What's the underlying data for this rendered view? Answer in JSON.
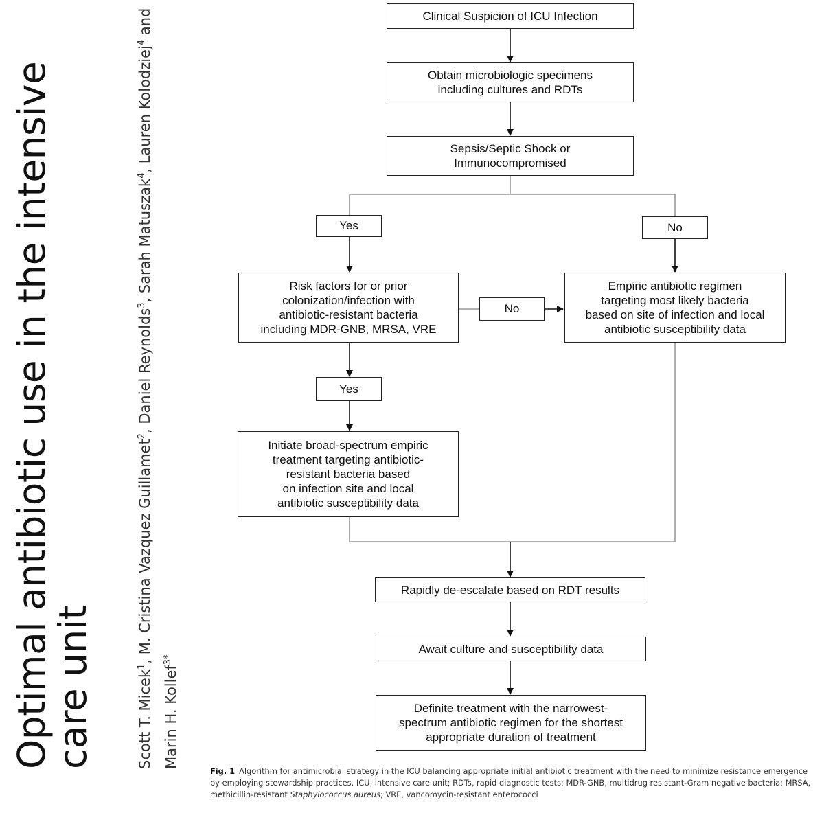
{
  "paper": {
    "title": "Optimal antibiotic use in the intensive care unit",
    "authors": [
      {
        "name": "Scott T. Micek",
        "aff": "1"
      },
      {
        "name": "M. Cristina Vazquez Guillamet",
        "aff": "2"
      },
      {
        "name": "Daniel Reynolds",
        "aff": "3"
      },
      {
        "name": "Sarah Matuszak",
        "aff": "4"
      },
      {
        "name": "Lauren Kolodziej",
        "aff": "4"
      },
      {
        "name": "Marin H. Kollef",
        "aff": "3*"
      }
    ]
  },
  "flowchart": {
    "n1": "Clinical Suspicion of ICU Infection",
    "n2": "Obtain microbiologic specimens\nincluding cultures and RDTs",
    "n3": "Sepsis/Septic Shock or\nImmunocompromised",
    "yes1": "Yes",
    "no1": "No",
    "n4": "Risk factors for or prior\ncolonization/infection with\nantibiotic-resistant bacteria\nincluding MDR-GNB, MRSA, VRE",
    "no2": "No",
    "n5": "Empiric antibiotic regimen\ntargeting most likely bacteria\nbased on site of infection and local\nantibiotic susceptibility data",
    "yes2": "Yes",
    "n6": "Initiate broad-spectrum empiric\ntreatment targeting antibiotic-\nresistant bacteria based\non infection site and local\nantibiotic susceptibility data",
    "n7": "Rapidly de-escalate based on RDT results",
    "n8": "Await culture and susceptibility data",
    "n9": "Definite treatment with the narrowest-\nspectrum antibiotic regimen for the shortest\nappropriate duration of treatment"
  },
  "caption": {
    "label": "Fig. 1",
    "text_before_italic": "Algorithm for antimicrobial strategy in the ICU balancing appropriate initial antibiotic treatment with the need to minimize resistance emergence by employing stewardship practices. ICU, intensive care unit; RDTs, rapid diagnostic tests; MDR-GNB, multidrug resistant-Gram negative bacteria; MRSA, methicillin-resistant ",
    "italic": "Staphylococcus aureus",
    "text_after_italic": "; VRE, vancomycin-resistant enterococci"
  }
}
